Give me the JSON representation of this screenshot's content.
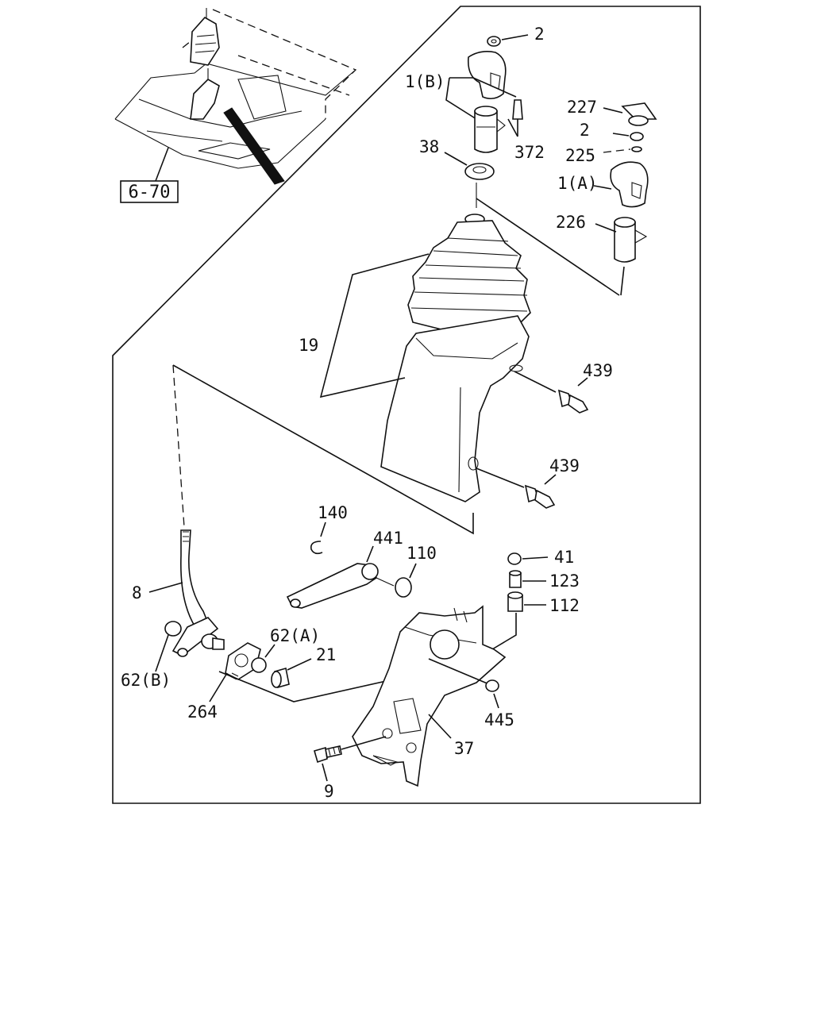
{
  "diagram": {
    "reference_box": "6-70",
    "labels": {
      "p2_top": "2",
      "p1b": "1(B)",
      "p227": "227",
      "p2_right": "2",
      "p225": "225",
      "p38": "38",
      "p372": "372",
      "p1a": "1(A)",
      "p226": "226",
      "p19": "19",
      "p439_a": "439",
      "p439_b": "439",
      "p140": "140",
      "p441": "441",
      "p110": "110",
      "p41": "41",
      "p123": "123",
      "p112": "112",
      "p8": "8",
      "p62a": "62(A)",
      "p21": "21",
      "p62b": "62(B)",
      "p264": "264",
      "p445": "445",
      "p37": "37",
      "p9": "9"
    }
  }
}
